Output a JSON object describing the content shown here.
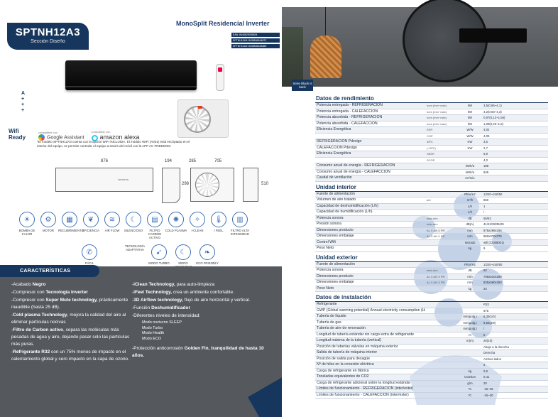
{
  "left": {
    "model": "SPTNH12A3",
    "section": "Sección Diseño",
    "line": "MonoSplit Residencial Inverter",
    "codes": [
      "EAN: 8445629005834",
      "SPTNH12A3: 8438546164872",
      "SPTNH12A3: 8438546184880"
    ],
    "stars": [
      "A",
      "+",
      "+",
      "+"
    ],
    "wifi_logo": "Wifi Ready",
    "google_small": "compatible con",
    "google": "Google Assistant",
    "alexa_small": "compatible con",
    "alexa": "amazon alexa",
    "wifi_note": "*El modelo SPTNH12A3 cuenta con la opción WIFI INCLUIDA. El módulo WIFI (A001) está encriptado en el interior del equipo, se permite controlar el equipo a través del móvil con la APP AC FREEDOM.",
    "dims": {
      "w_in": "876",
      "d_in": "194",
      "h_in": "298",
      "w_out": "705",
      "d_out": "285",
      "h_out": "510"
    },
    "brand_small": "INFINITON",
    "icons": [
      "BOMBA DE CALOR",
      "MOTOR",
      "RECUBRIMIENTO",
      "EFICIENCIA",
      "AIR FLOW",
      "SILENCIOSO",
      "FILTRO CARBÓN ACTIVO",
      "COLD PLASMA",
      "I-CLEAN",
      "I FEEL",
      "FILTRO ALTA INTENSIDAD"
    ],
    "icons2": [
      "FÁCIL INSTALACIÓN",
      "TECNOLOGÍA ADAPTATIVA",
      "MODO TURBO",
      "MODO NOCTURNO",
      "ECO FRIENDLY"
    ],
    "char_title": "CARACTERÍSTICAS",
    "features_left": [
      {
        "pre": "-Acabado ",
        "bold": "Negro",
        "post": ""
      },
      {
        "pre": "-Compresor con ",
        "bold": "Tecnología Inverter",
        "post": ""
      },
      {
        "pre": "-Compresor con ",
        "bold": "Super Mute technology,",
        "post": " prácticamente inaudible (hasta 25 dB)."
      },
      {
        "pre": "-",
        "bold": "Cold plasma Technology",
        "post": ", mejora la calidad del aire al eliminar partículas nocivas"
      },
      {
        "pre": "-",
        "bold": "Filtro de Carbon activo",
        "post": ", separa las moléculas más pesadas de agua y aire, dejando pasar solo las partículas más puras."
      },
      {
        "pre": "-",
        "bold": "Refrigerante R32",
        "post": " con un 75% menos de impacto en el calentamiento global y cero impacto en la capa de ozono."
      }
    ],
    "features_right": [
      {
        "pre": "-",
        "bold": "iClean Technology,",
        "post": " para auto-limpieza"
      },
      {
        "pre": "-",
        "bold": "iFeel Technology,",
        "post": " crea un ambiente confortable."
      },
      {
        "pre": "-",
        "bold": "3D Airflow technology,",
        "post": " flujo de aire horizontal y vertical."
      },
      {
        "pre": "-Función ",
        "bold": "Deshumidificador",
        "post": ""
      },
      {
        "pre": "-Diferentes niveles de intensidad:",
        "bold": "",
        "post": ""
      }
    ],
    "modes": [
      "Modo nocturno SLEEP",
      "Modo Turbo",
      "Modo Health",
      "Modo ECO"
    ],
    "feature_last": {
      "pre": "-Protección anticorrosión ",
      "bold": "Golden Fin, tranquilidad de hasta 10 años.",
      "post": ""
    }
  },
  "right": {
    "serie": "Serie Black is back",
    "sections": [
      {
        "title": "Datos de rendimiento",
        "rows": [
          [
            "Potencia entregada - REFRIGERACIÓN",
            "nom (mín~máx)",
            "kW",
            "3,5(0,65~4,1)"
          ],
          [
            "Potencia entregada - CALEFACCIÓN",
            "nom (mín~máx)",
            "kW",
            "4,2(0,93~4,3)"
          ],
          [
            "Potencia absorbida - REFRIGERACIÓN",
            "nom (mín~máx)",
            "kW",
            "0,87(0,13~1,55)"
          ],
          [
            "Potencia absorbida - CALEFACCIÓN",
            "nom (mín~máx)",
            "kW",
            "1,09(0,23~1,5)"
          ],
          [
            "Eficiencia Energética",
            "EER",
            "W/W",
            "4,02"
          ],
          [
            "",
            "COP",
            "W/W",
            "4,05"
          ],
          [
            "REFRIGERACIÓN Pdesign",
            "35ºC",
            "KW",
            "3,5"
          ],
          [
            "CALEFACCIÓN Pdesign",
            "(-10ºC)",
            "KW",
            "2,7"
          ],
          [
            "Eficiencia Energética",
            "SEER",
            "",
            "6,9"
          ],
          [
            "",
            "SCOP",
            "",
            "4,0"
          ],
          [
            "Consumo anual de energía - REFRIGERACIÓN",
            "",
            "kWh/a",
            "188"
          ],
          [
            "Consumo anual de energía - CALEFACCIÓN",
            "",
            "kWh/a",
            "945"
          ],
          [
            "Caudal de ventilación",
            "",
            "m³/min",
            ""
          ]
        ]
      },
      {
        "title": "Unidad interior",
        "rows": [
          [
            "Fuente de alimentación",
            "",
            "Ph/V/Hz",
            "1/220~240/50"
          ],
          [
            "Volumen de aire tratado",
            "a/b",
            "m³/h",
            "860"
          ],
          [
            "Capacidad de deshumidificación (L/h)",
            "",
            "L/h",
            "1"
          ],
          [
            "Capacidad de humidificación (L/h)",
            "",
            "L/h",
            "/"
          ],
          [
            "Potencia sonora",
            "máx-mín",
            "dB",
            "55/62"
          ],
          [
            "Presión sonora",
            "máx-mín",
            "dB(A)",
            "41/42/38/35/29"
          ],
          [
            "Dimensiones producto",
            "AL X AN X PR",
            "mm",
            "876x298x194"
          ],
          [
            "Dimensiones embalaje",
            "AL X AN X PR",
            "mm",
            "960x370x275"
          ],
          [
            "Control Wifi",
            "",
            "Incluido",
            "wifi (CU0B001)"
          ],
          [
            "Peso Neto",
            "",
            "kg",
            "9"
          ]
        ]
      },
      {
        "title": "Unidad exterior",
        "rows": [
          [
            "Fuente de alimentación",
            "",
            "Ph/V/Hz",
            "1/220~240/50"
          ],
          [
            "Potencia sonora",
            "máx-mín",
            "dB",
            "62"
          ],
          [
            "Dimensiones producto",
            "AL X AN X PR",
            "mm",
            "705x510x280"
          ],
          [
            "Dimensiones embalaje",
            "AL X AN X PR",
            "mm",
            "835x560x360"
          ],
          [
            "Peso Neto",
            "",
            "kg",
            "24"
          ]
        ]
      },
      {
        "title": "Datos de instalación",
        "rows": [
          [
            "Refrigerante",
            "",
            "",
            "R32"
          ],
          [
            "GWP (Global warming potential) Annual electricity consumption (Heating/Warmer / 8kWh/a)",
            "",
            "",
            "675"
          ],
          [
            "Tubería de líquido",
            "",
            "mm(pulg.)",
            "6,35(1/4)"
          ],
          [
            "Tubería de gas",
            "",
            "mm(pulg.)",
            "9,52(3/8)"
          ],
          [
            "Tubería de aire de renovación",
            "",
            "mm(pulg.)",
            "/"
          ],
          [
            "Longitud de tubería estándar sin cargo extra de refrigerante",
            "",
            "m",
            "5"
          ],
          [
            "Longitud máxima de la tubería (vertical)",
            "",
            "m(m)",
            "20(10)"
          ],
          [
            "Posición de tuberías válvulas en máquina exterior",
            "",
            "",
            "Abajo a la derecha"
          ],
          [
            "Salida de tubería de máquina interior",
            "",
            "",
            "Derecha"
          ],
          [
            "Posición de salida para desagüe",
            "",
            "",
            "Ambos lados"
          ],
          [
            "Nº de hilos en la conexión eléctrica",
            "",
            "",
            "5"
          ],
          [
            "Carga de refrigerante en fábrica",
            "",
            "kg",
            "0,6"
          ],
          [
            "Toneladas equivalentes de CO2",
            "",
            "CO2/ton",
            "0,41"
          ],
          [
            "Carga de refrigerante adicional sobre la longitud estándar",
            "",
            "g/m",
            "20"
          ],
          [
            "Límites de funcionamiento - REFRIGERACIÓN (inter/exter)",
            "",
            "ºC",
            "-15~48"
          ],
          [
            "Límites de funcionamiento - CALEFACCIÓN (inter/exter)",
            "",
            "ºC",
            "-15~30"
          ]
        ]
      }
    ]
  }
}
